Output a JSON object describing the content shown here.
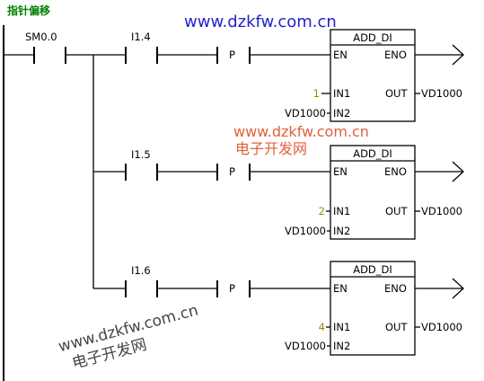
{
  "network_title": "指针偏移",
  "always_on_contact": "SM0.0",
  "rungs": [
    {
      "contact": "I1.4",
      "edge": "P",
      "block": "ADD_DI",
      "en": "EN",
      "eno": "ENO",
      "in1_label": "IN1",
      "in1_value": "1",
      "in2_label": "IN2",
      "in2_value": "VD1000",
      "out_label": "OUT",
      "out_value": "VD1000"
    },
    {
      "contact": "I1.5",
      "edge": "P",
      "block": "ADD_DI",
      "en": "EN",
      "eno": "ENO",
      "in1_label": "IN1",
      "in1_value": "2",
      "in2_label": "IN2",
      "in2_value": "VD1000",
      "out_label": "OUT",
      "out_value": "VD1000"
    },
    {
      "contact": "I1.6",
      "edge": "P",
      "block": "ADD_DI",
      "en": "EN",
      "eno": "ENO",
      "in1_label": "IN1",
      "in1_value": "4",
      "in2_label": "IN2",
      "in2_value": "VD1000",
      "out_label": "OUT",
      "out_value": "VD1000"
    }
  ],
  "watermarks": {
    "top_url": "www.dzkfw.com.cn",
    "mid_url": "www.dzkfw.com.cn",
    "mid_cn": "电子开发网",
    "bottom_url": "www.dzkfw.com.cn",
    "bottom_cn": "电子开发网"
  }
}
